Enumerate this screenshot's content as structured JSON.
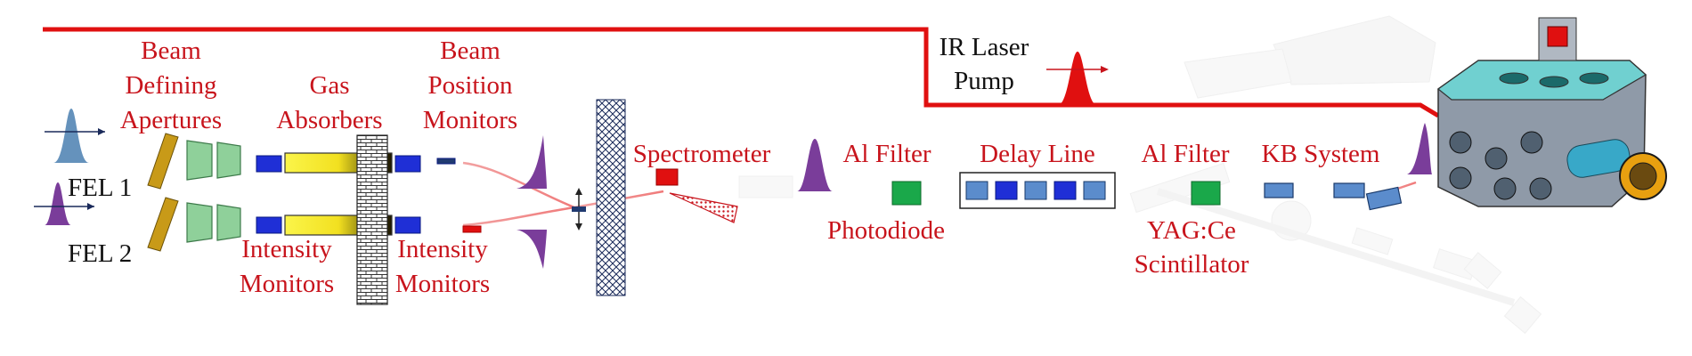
{
  "colors": {
    "laser_red": "#e01010",
    "beam_pink": "#f08a8a",
    "label_red": "#c8141c",
    "pulse_purple": "#7a3d9a",
    "pulse_blue": "#4a7fb0",
    "aperture_gold": "#c89a18",
    "absorber_green": "#8fd09a",
    "monitor_blue": "#1f2fd6",
    "filter_green": "#1aa84a",
    "delay_blue": "#5b8ccc",
    "chamber_teal": "#70d0d0"
  },
  "labels": {
    "beam_defining_apertures": [
      "Beam",
      "Defining",
      "Apertures"
    ],
    "gas_absorbers": [
      "Gas",
      "Absorbers"
    ],
    "beam_position_monitors": [
      "Beam",
      "Position",
      "Monitors"
    ],
    "intensity_monitors_left": [
      "Intensity",
      "Monitors"
    ],
    "intensity_monitors_right": [
      "Intensity",
      "Monitors"
    ],
    "spectrometer": "Spectrometer",
    "al_filter_1": "Al Filter",
    "photodiode": "Photodiode",
    "delay_line": "Delay Line",
    "al_filter_2": "Al Filter",
    "yag_scintillator": [
      "YAG:Ce",
      "Scintillator"
    ],
    "kb_system": "KB System",
    "ir_laser_pump": [
      "IR Laser",
      "Pump"
    ],
    "fel1": "FEL 1",
    "fel2": "FEL 2"
  },
  "icons": {
    "pulse": "gaussian-pulse-icon",
    "arrow": "direction-arrow-icon",
    "chamber": "experimental-chamber-icon"
  }
}
